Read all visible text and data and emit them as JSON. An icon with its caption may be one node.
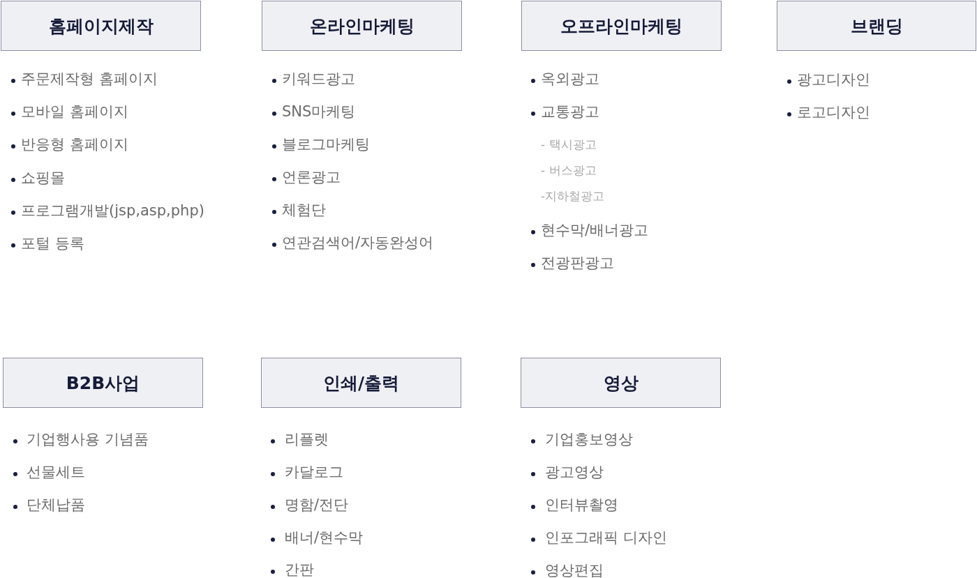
{
  "diagram": {
    "nodes": [
      {
        "text": [
          "홈페이지제작"
        ],
        "beside": [
          "주문제작형 홈페이지",
          "모바일 홈페이지",
          "반응형 홈페이지",
          "쇼핑몰",
          "프로그램개발(jsp,asp,php)",
          "포털 등록"
        ]
      },
      {
        "text": [
          "온라인마케팅"
        ],
        "beside": [
          "키워드광고",
          "SNS마케팅",
          "블로그마케팅",
          "언론광고",
          "체험단",
          "연관검색어/자동완성어"
        ]
      },
      {
        "text": [
          "오프라인마케팅"
        ],
        "beside": [
          "옥외광고",
          "교통광고",
          "- 택시광고",
          "- 버스광고",
          "-지하철광고",
          "현수막/배너광고",
          "전광판광고"
        ]
      },
      {
        "text": [
          "브랜딩"
        ],
        "beside": [
          "광고디자인",
          "로고디자인"
        ]
      },
      {
        "text": [
          "B2B사업"
        ],
        "beside": [
          "기업행사용 기념품",
          "선물세트",
          "단체납품"
        ]
      },
      {
        "text": [
          "인쇄/출력"
        ],
        "beside": [
          "리플렛",
          "카달로그",
          "명함/전단",
          "배너/현수막",
          "간판"
        ]
      },
      {
        "text": [
          "영상"
        ],
        "beside": [
          "기업홍보영상",
          "광고영상",
          "인터뷰촬영",
          "인포그래픽 디자인",
          "영상편집"
        ]
      }
    ]
  }
}
